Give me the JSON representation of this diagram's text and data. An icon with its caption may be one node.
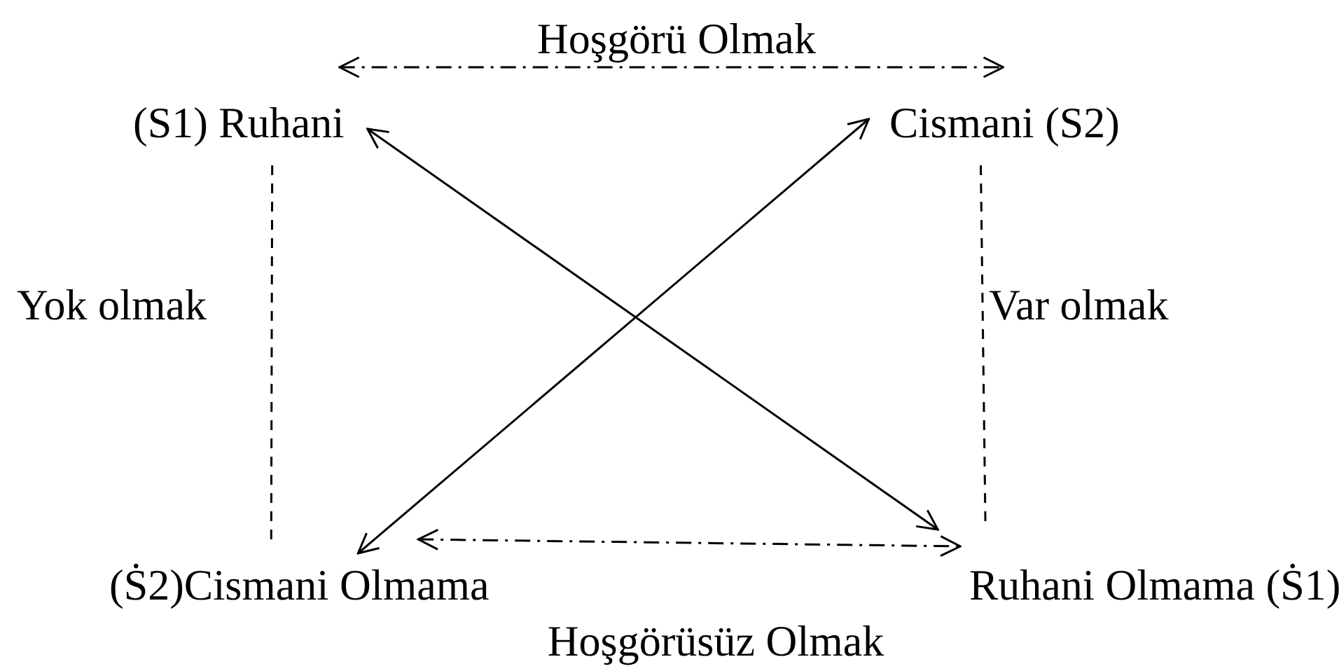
{
  "diagram": {
    "nodes": [
      {
        "text": [
          "(S1) Ruhani"
        ]
      },
      {
        "text": [
          "Cismani (S2)"
        ]
      },
      {
        "text": [
          "(Ṡ2)Cismani Olmama"
        ]
      },
      {
        "text": [
          "Ruhani Olmama (Ṡ1)"
        ]
      }
    ],
    "edges": [
      {
        "from": 0,
        "to": 1,
        "arrow": "both",
        "style": "dashed",
        "label": "Hoşgörü Olmak"
      },
      {
        "from": 2,
        "to": 3,
        "arrow": "both",
        "style": "dashed",
        "label": "Hoşgörüsüz Olmak"
      },
      {
        "from": 0,
        "to": 3,
        "arrow": "both"
      },
      {
        "from": 1,
        "to": 2,
        "arrow": "both"
      },
      {
        "from": 0,
        "to": 2,
        "arrow": "none",
        "style": "dashed",
        "label": "Yok olmak"
      },
      {
        "from": 1,
        "to": 3,
        "arrow": "none",
        "style": "dashed",
        "label": "Var olmak"
      }
    ]
  }
}
